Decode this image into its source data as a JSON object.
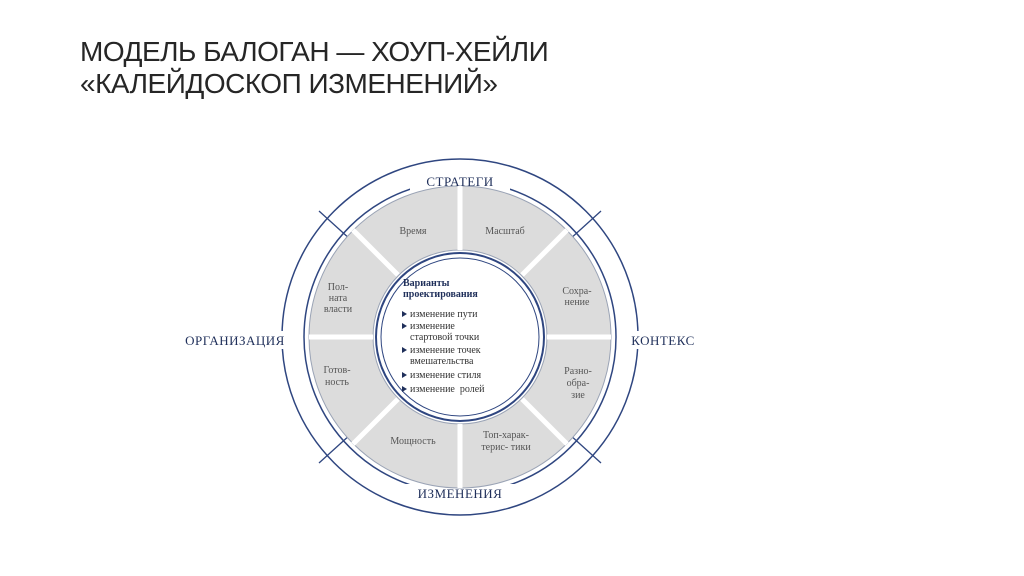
{
  "title": {
    "line1": "МОДЕЛЬ БАЛОГАН — ХОУП-ХЕЙЛИ",
    "line2": "«КАЛЕЙДОСКОП ИЗМЕНЕНИЙ»"
  },
  "outer_ring": {
    "top": "СТРАТЕГИ",
    "right": "КОНТЕКС",
    "bottom": "ИЗМЕНЕНИЯ",
    "left": "ОРГАНИЗАЦИЯ"
  },
  "segments": {
    "time": "Время",
    "scale": "Масштаб",
    "preservation": [
      "Сохра-",
      "нение"
    ],
    "diversity": [
      "Разно-",
      "обра-",
      "зие"
    ],
    "characteristics": [
      "Топ-харак-",
      "терис- тики"
    ],
    "capacity": "Мощность",
    "readiness": [
      "Готов-",
      "ность"
    ],
    "power": [
      "Пол-",
      "ната",
      "власти"
    ]
  },
  "center": {
    "title": [
      "Варианты",
      "проектирования"
    ],
    "items": [
      [
        "изменение пути"
      ],
      [
        "изменение",
        "стартовой точки"
      ],
      [
        "изменение точек",
        "вмешательства"
      ],
      [
        "изменение стиля"
      ],
      [
        "изменение  ролей"
      ]
    ]
  }
}
